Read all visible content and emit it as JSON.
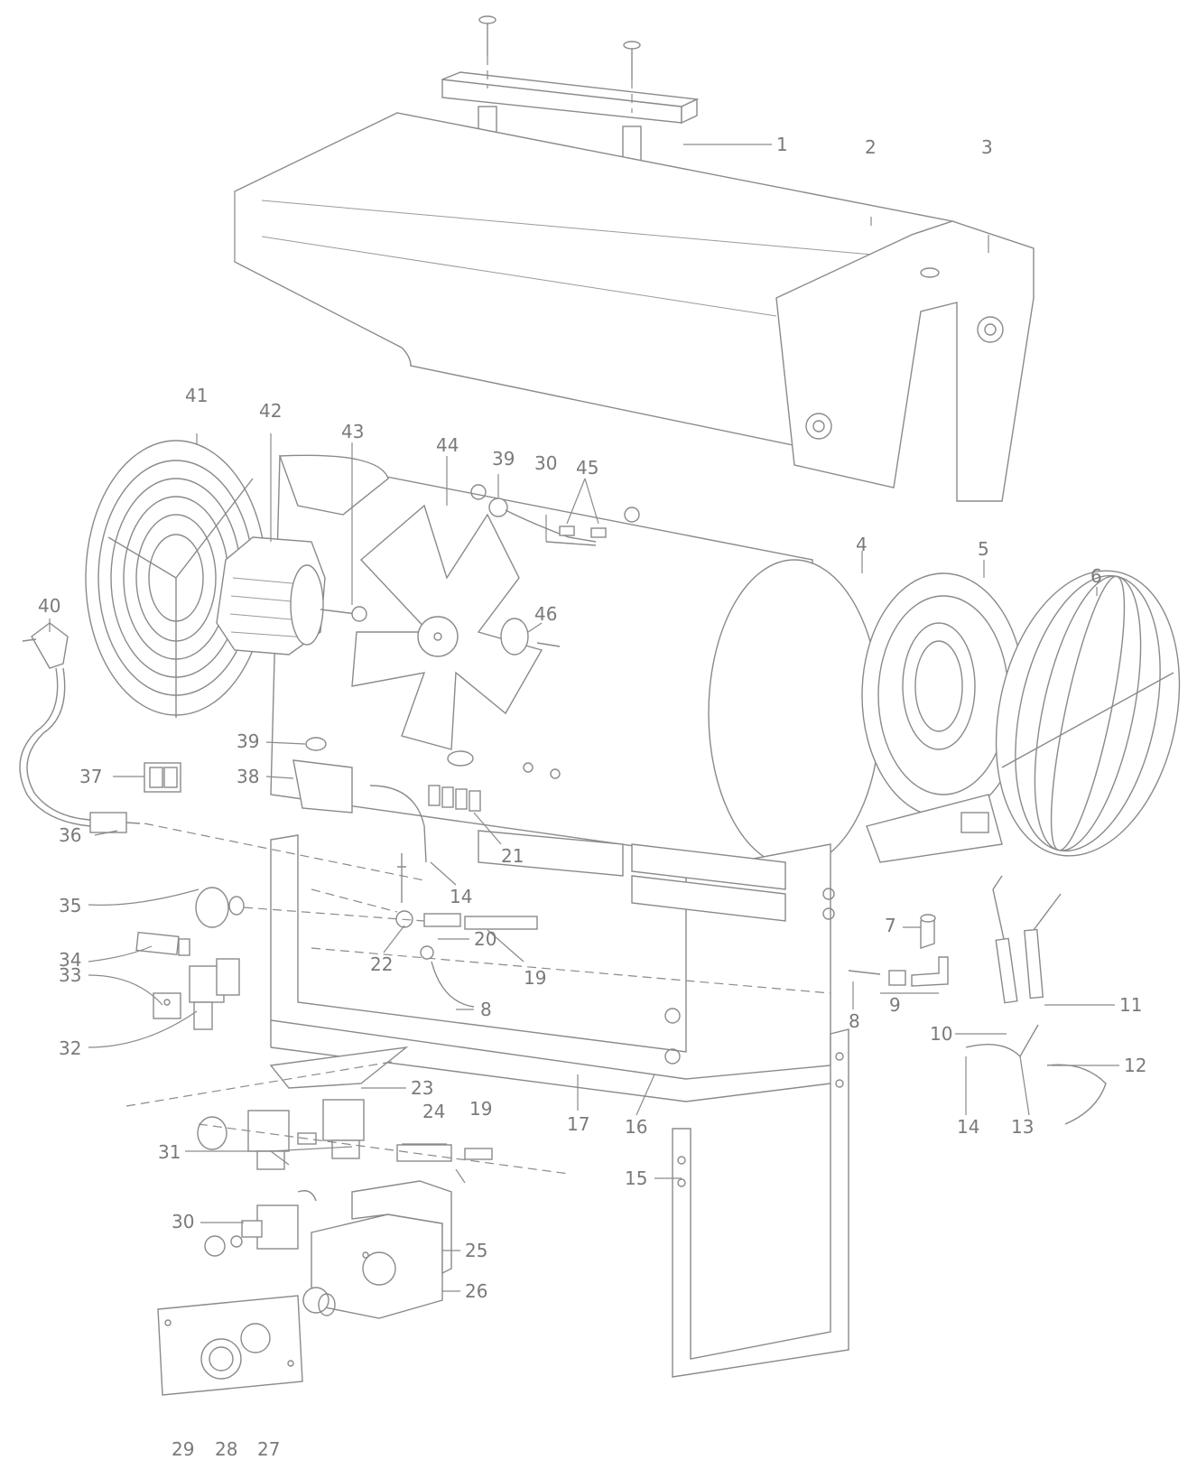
{
  "callouts": [
    {
      "id": "c1",
      "text": "1"
    },
    {
      "id": "c2",
      "text": "2"
    },
    {
      "id": "c3",
      "text": "3"
    },
    {
      "id": "c4",
      "text": "4"
    },
    {
      "id": "c5",
      "text": "5"
    },
    {
      "id": "c6",
      "text": "6"
    },
    {
      "id": "c7",
      "text": "7"
    },
    {
      "id": "c8a",
      "text": "8"
    },
    {
      "id": "c8b",
      "text": "8"
    },
    {
      "id": "c9",
      "text": "9"
    },
    {
      "id": "c10",
      "text": "10"
    },
    {
      "id": "c11",
      "text": "11"
    },
    {
      "id": "c12",
      "text": "12"
    },
    {
      "id": "c13",
      "text": "13"
    },
    {
      "id": "c14a",
      "text": "14"
    },
    {
      "id": "c14b",
      "text": "14"
    },
    {
      "id": "c15",
      "text": "15"
    },
    {
      "id": "c16",
      "text": "16"
    },
    {
      "id": "c17",
      "text": "17"
    },
    {
      "id": "c19a",
      "text": "19"
    },
    {
      "id": "c19b",
      "text": "19"
    },
    {
      "id": "c20",
      "text": "20"
    },
    {
      "id": "c21",
      "text": "21"
    },
    {
      "id": "c22",
      "text": "22"
    },
    {
      "id": "c23",
      "text": "23"
    },
    {
      "id": "c24",
      "text": "24"
    },
    {
      "id": "c25",
      "text": "25"
    },
    {
      "id": "c26",
      "text": "26"
    },
    {
      "id": "c27",
      "text": "27"
    },
    {
      "id": "c28",
      "text": "28"
    },
    {
      "id": "c29",
      "text": "29"
    },
    {
      "id": "c30a",
      "text": "30"
    },
    {
      "id": "c30b",
      "text": "30"
    },
    {
      "id": "c31",
      "text": "31"
    },
    {
      "id": "c32",
      "text": "32"
    },
    {
      "id": "c33",
      "text": "33"
    },
    {
      "id": "c34",
      "text": "34"
    },
    {
      "id": "c35",
      "text": "35"
    },
    {
      "id": "c36",
      "text": "36"
    },
    {
      "id": "c37",
      "text": "37"
    },
    {
      "id": "c38",
      "text": "38"
    },
    {
      "id": "c39a",
      "text": "39"
    },
    {
      "id": "c39b",
      "text": "39"
    },
    {
      "id": "c40",
      "text": "40"
    },
    {
      "id": "c41",
      "text": "41"
    },
    {
      "id": "c42",
      "text": "42"
    },
    {
      "id": "c43",
      "text": "43"
    },
    {
      "id": "c44",
      "text": "44"
    },
    {
      "id": "c45",
      "text": "45"
    },
    {
      "id": "c46",
      "text": "46"
    }
  ],
  "colors": {
    "line": "#8a8a8a",
    "text": "#7a7a7a",
    "background": "#ffffff"
  }
}
